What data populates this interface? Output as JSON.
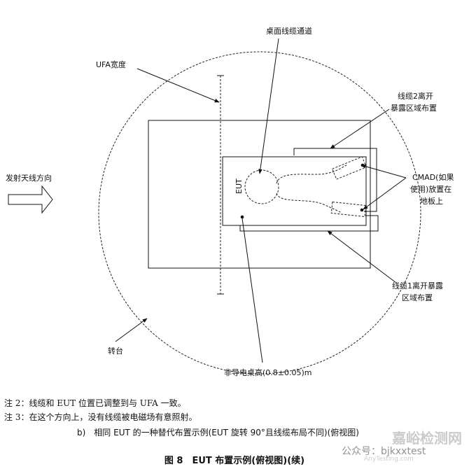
{
  "labels": {
    "desk_cable_channel": "桌面线缆通道",
    "ufa_width": "UFA宽度",
    "cable2_line1": "线缆2离开",
    "cable2_line2": "暴露区域布置",
    "tx_direction": "发射天线方向",
    "cmad_line1": "CMAD(如果",
    "cmad_line2": "使用)放置在",
    "cmad_line3": "地板上",
    "eut": "EUT",
    "cable1_line1": "线缆1离开暴露",
    "cable1_line2": "区域布置",
    "turntable": "转台",
    "table_height": "非导电桌高(0.8±0.05)m"
  },
  "notes": [
    "注 2：线缆和 EUT 位置已调整到与 UFA 一致。",
    "注 3：在这个方向上，没有线缆被电磁场有意照射。"
  ],
  "subcaption": "b)　相同 EUT 的一种替代布置示例(EUT 旋转 90°且线缆布局不同)(俯视图)",
  "caption": "图 8　EUT 布置示例(俯视图)(续)",
  "watermark": {
    "brand": "嘉峪检测网",
    "account": "公众号：bjkxxtest",
    "url": "AnyTesting.com"
  }
}
